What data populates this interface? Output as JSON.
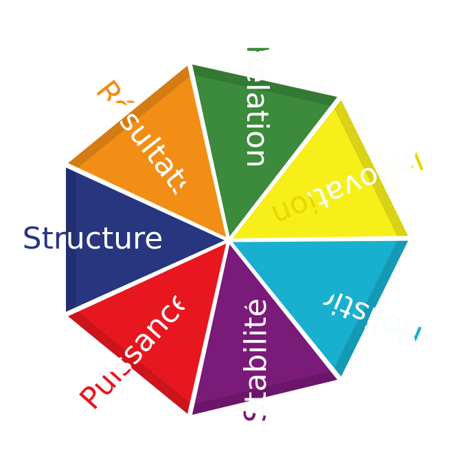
{
  "wheel": {
    "segments": [
      {
        "label": "Structure",
        "fill": "#27367f",
        "label_color": "#ffffff"
      },
      {
        "label": "Résultats",
        "fill": "#f28e16",
        "label_color": "#ffffff"
      },
      {
        "label": "Relation",
        "fill": "#3c8a3b",
        "label_color": "#ffffff"
      },
      {
        "label": "Innovation",
        "fill": "#f7ef1a",
        "label_color": "#ffffff"
      },
      {
        "label": "Holistique",
        "fill": "#19b0cf",
        "label_color": "#ffffff"
      },
      {
        "label": "Stabilité",
        "fill": "#7a1a79",
        "label_color": "#ffffff"
      },
      {
        "label": "Puissance",
        "fill": "#e8171f",
        "label_color": "#ffffff"
      }
    ],
    "overflow_label_colors": {
      "Résultats": "#f28e16",
      "Relation": "#3c8a3b",
      "Innovation": "#e6d800",
      "Holistique": "#19b0cf",
      "Stabilité": "#7a1a79",
      "Puissance": "#e8171f"
    }
  }
}
